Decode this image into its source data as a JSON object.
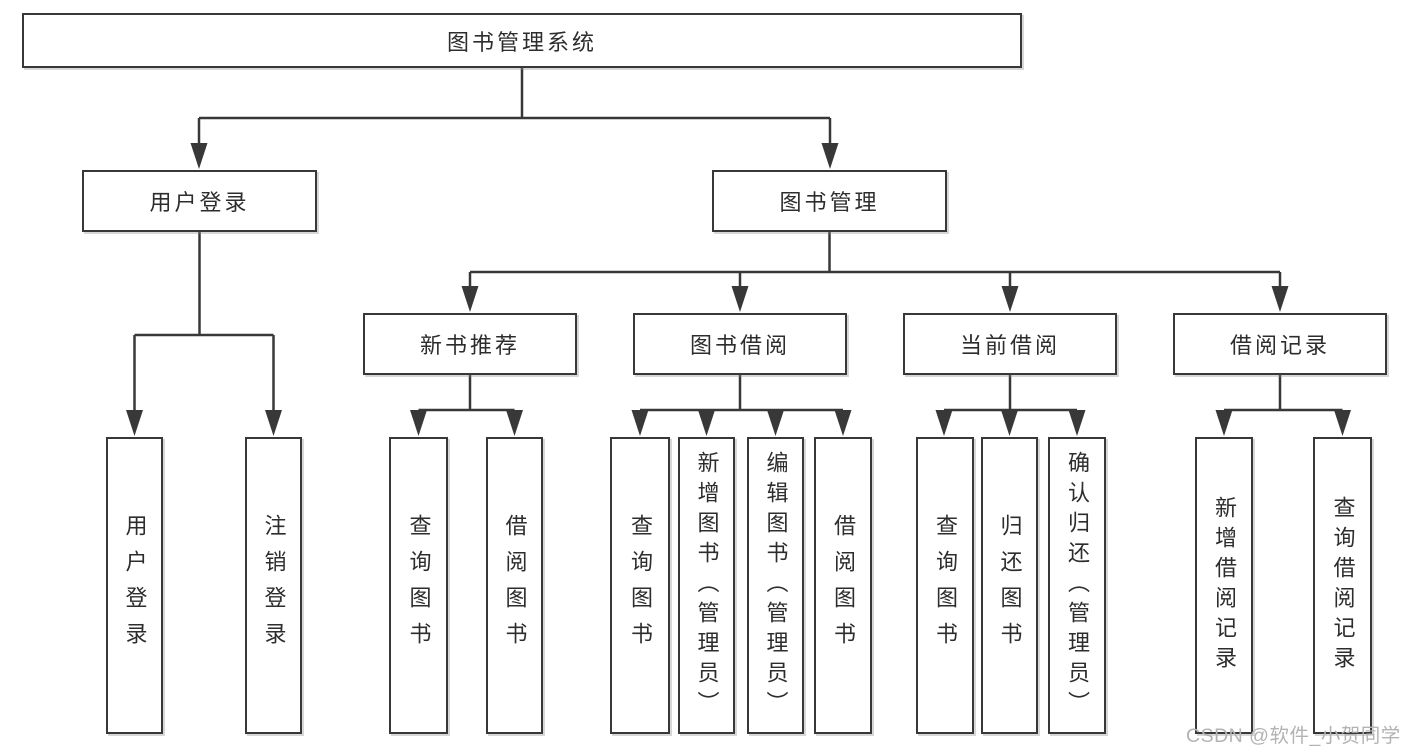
{
  "diagram": {
    "title": "图书管理系统",
    "type": "hierarchy-tree",
    "colors": {
      "background": "#ffffff",
      "line": "#383838",
      "box_border": "#383838",
      "text": "#2d2d2d",
      "watermark": "#b3b3b3"
    },
    "nodes": {
      "root": {
        "label": "图书管理系统"
      },
      "user_login": {
        "label": "用户登录"
      },
      "book_mgmt": {
        "label": "图书管理"
      },
      "new_book_rec": {
        "label": "新书推荐"
      },
      "book_borrow": {
        "label": "图书借阅"
      },
      "current_borrow": {
        "label": "当前借阅"
      },
      "borrow_record": {
        "label": "借阅记录"
      },
      "leaf_user_login": {
        "label": "用户登录"
      },
      "leaf_logout": {
        "label": "注销登录"
      },
      "leaf_query_book_1": {
        "label": "查询图书"
      },
      "leaf_borrow_book_1": {
        "label": "借阅图书"
      },
      "leaf_query_book_2": {
        "label": "查询图书"
      },
      "leaf_add_book": {
        "label": "新增图书（管理员）"
      },
      "leaf_edit_book": {
        "label": "编辑图书（管理员）"
      },
      "leaf_borrow_book_2": {
        "label": "借阅图书"
      },
      "leaf_query_book_3": {
        "label": "查询图书"
      },
      "leaf_return_book": {
        "label": "归还图书"
      },
      "leaf_confirm_return": {
        "label": "确认归还（管理员）"
      },
      "leaf_add_record": {
        "label": "新增借阅记录"
      },
      "leaf_query_record": {
        "label": "查询借阅记录"
      }
    },
    "edges": [
      [
        "root",
        "user_login"
      ],
      [
        "root",
        "book_mgmt"
      ],
      [
        "user_login",
        "leaf_user_login"
      ],
      [
        "user_login",
        "leaf_logout"
      ],
      [
        "book_mgmt",
        "new_book_rec"
      ],
      [
        "book_mgmt",
        "book_borrow"
      ],
      [
        "book_mgmt",
        "current_borrow"
      ],
      [
        "book_mgmt",
        "borrow_record"
      ],
      [
        "new_book_rec",
        "leaf_query_book_1"
      ],
      [
        "new_book_rec",
        "leaf_borrow_book_1"
      ],
      [
        "book_borrow",
        "leaf_query_book_2"
      ],
      [
        "book_borrow",
        "leaf_add_book"
      ],
      [
        "book_borrow",
        "leaf_edit_book"
      ],
      [
        "book_borrow",
        "leaf_borrow_book_2"
      ],
      [
        "current_borrow",
        "leaf_query_book_3"
      ],
      [
        "current_borrow",
        "leaf_return_book"
      ],
      [
        "current_borrow",
        "leaf_confirm_return"
      ],
      [
        "borrow_record",
        "leaf_add_record"
      ],
      [
        "borrow_record",
        "leaf_query_record"
      ]
    ],
    "watermark": "CSDN @软件_小贺同学"
  }
}
